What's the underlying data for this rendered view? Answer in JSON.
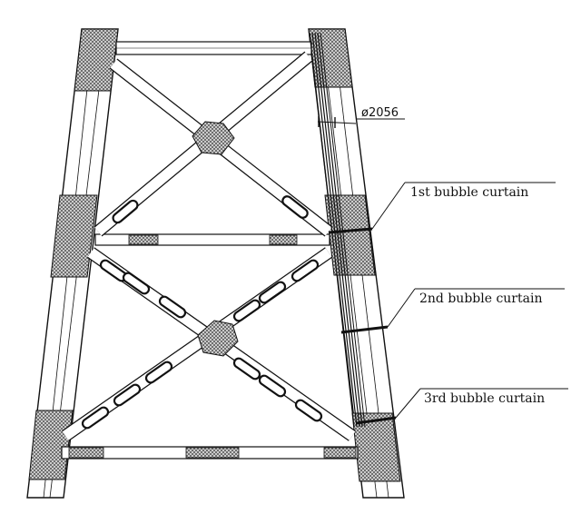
{
  "drawing": {
    "diameter_label": "ø2056",
    "curtains": [
      {
        "label": "1st bubble curtain"
      },
      {
        "label": "2nd bubble curtain"
      },
      {
        "label": "3rd bubble curtain"
      }
    ]
  }
}
